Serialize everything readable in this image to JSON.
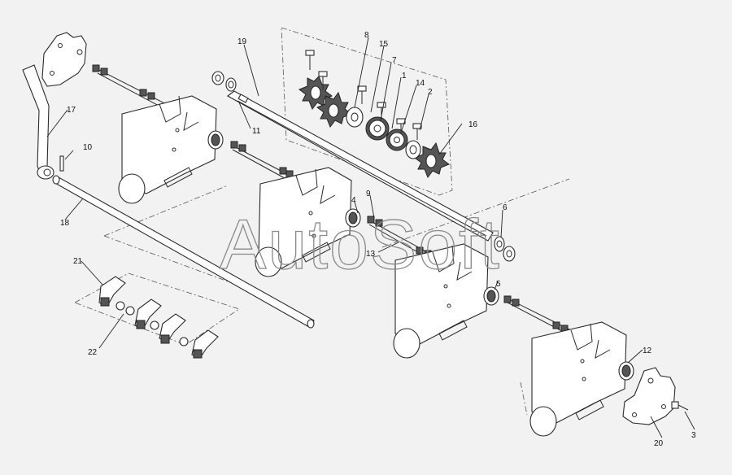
{
  "watermark": "AutoSoft",
  "callouts": [
    {
      "id": "c1",
      "label": "1"
    },
    {
      "id": "c2",
      "label": "2"
    },
    {
      "id": "c3",
      "label": "3"
    },
    {
      "id": "c4",
      "label": "4"
    },
    {
      "id": "c5",
      "label": "5"
    },
    {
      "id": "c6",
      "label": "6"
    },
    {
      "id": "c7",
      "label": "7"
    },
    {
      "id": "c8",
      "label": "8"
    },
    {
      "id": "c9",
      "label": "9"
    },
    {
      "id": "c10",
      "label": "10"
    },
    {
      "id": "c11",
      "label": "11"
    },
    {
      "id": "c12",
      "label": "12"
    },
    {
      "id": "c13",
      "label": "13"
    },
    {
      "id": "c14",
      "label": "14"
    },
    {
      "id": "c15",
      "label": "15"
    },
    {
      "id": "c16",
      "label": "16"
    },
    {
      "id": "c17",
      "label": "17"
    },
    {
      "id": "c18",
      "label": "18"
    },
    {
      "id": "c19",
      "label": "19"
    },
    {
      "id": "c20",
      "label": "20"
    },
    {
      "id": "c21",
      "label": "21"
    },
    {
      "id": "c22",
      "label": "22"
    }
  ]
}
